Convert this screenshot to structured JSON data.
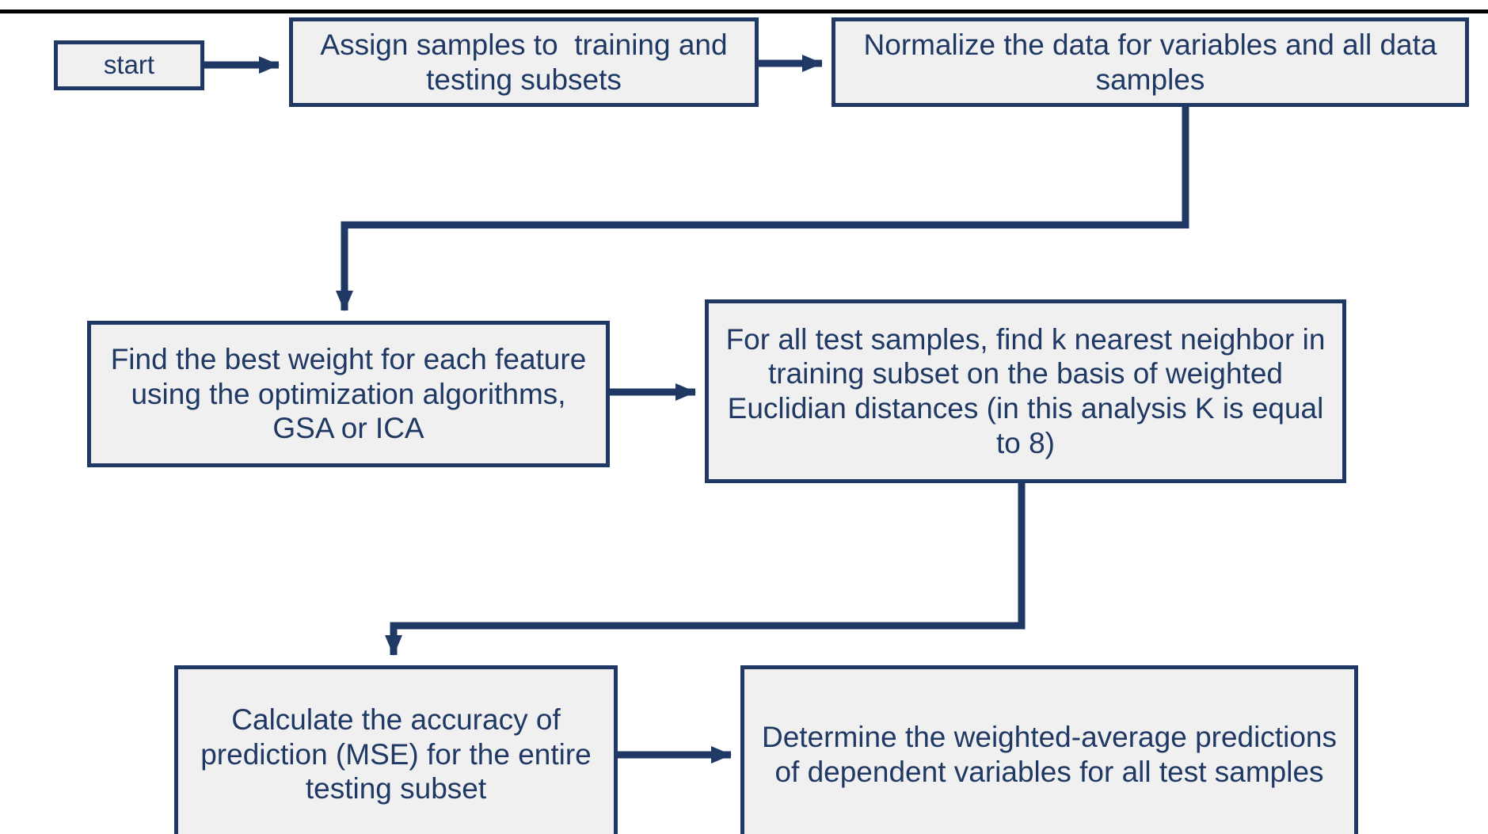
{
  "figure": {
    "type": "flowchart",
    "orientation": "top-to-bottom, serpentine",
    "top_rule": "horizontal-rule"
  },
  "theme": {
    "node_fill": "#F0F0F0",
    "node_border": "#1F3864",
    "node_text": "#1F3864",
    "connector": "#1F3864",
    "rule": "#000000",
    "background": "#FFFFFF"
  },
  "nodes": [
    {
      "id": "start",
      "label": "start",
      "shape": "rectangle"
    },
    {
      "id": "assign",
      "label": "Assign samples to  training and testing subsets",
      "shape": "rectangle"
    },
    {
      "id": "normalize",
      "label": "Normalize the data for variables and all data samples",
      "shape": "rectangle"
    },
    {
      "id": "find-weight",
      "label": "Find the best weight for each feature using the optimization algorithms, GSA or ICA",
      "shape": "rectangle"
    },
    {
      "id": "knn",
      "label": "For all test samples, find k nearest neighbor in training subset on the basis of weighted Euclidian distances (in this analysis K is equal to 8)",
      "shape": "rectangle"
    },
    {
      "id": "mse",
      "label": "Calculate the accuracy of prediction (MSE) for the entire testing subset",
      "shape": "rectangle"
    },
    {
      "id": "predict",
      "label": "Determine the weighted-average predictions of dependent variables for all test samples",
      "shape": "rectangle"
    }
  ],
  "edges": [
    {
      "id": "e1",
      "from": "start",
      "to": "assign",
      "style": "straight-horizontal",
      "direction": "right"
    },
    {
      "id": "e2",
      "from": "assign",
      "to": "normalize",
      "style": "straight-horizontal",
      "direction": "right"
    },
    {
      "id": "e3",
      "from": "normalize",
      "to": "find-weight",
      "style": "elbow",
      "direction": "down-left-down"
    },
    {
      "id": "e4",
      "from": "find-weight",
      "to": "knn",
      "style": "straight-horizontal",
      "direction": "right"
    },
    {
      "id": "e5",
      "from": "knn",
      "to": "mse",
      "style": "elbow",
      "direction": "down-left-down"
    },
    {
      "id": "e6",
      "from": "mse",
      "to": "predict",
      "style": "straight-horizontal",
      "direction": "right"
    }
  ]
}
